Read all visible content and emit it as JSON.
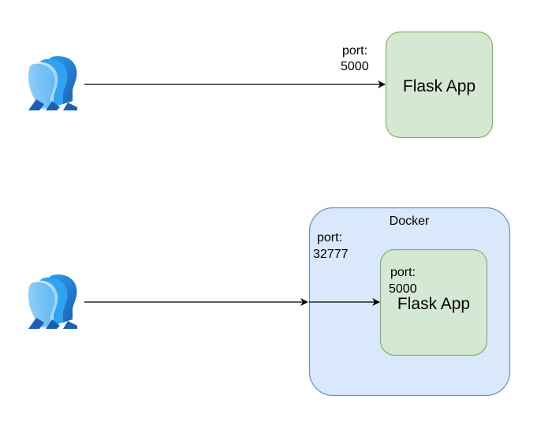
{
  "colors": {
    "app_fill": "#d5e8d4",
    "app_stroke": "#82b366",
    "docker_fill": "#dae8fc",
    "docker_stroke": "#6c8ebf",
    "edge": "#000000",
    "user_icon_light": "#cfe9fb",
    "user_icon_mid": "#2ea3f2",
    "user_icon_dark": "#1a5fb4"
  },
  "top": {
    "user_icon": "users-icon",
    "port_label_line1": "port:",
    "port_label_line2": "5000",
    "app_label": "Flask App"
  },
  "bottom": {
    "user_icon": "users-icon",
    "docker_label": "Docker",
    "outer_port_line1": "port:",
    "outer_port_line2": "32777",
    "inner_port_line1": "port:",
    "inner_port_line2": "5000",
    "app_label": "Flask App"
  }
}
